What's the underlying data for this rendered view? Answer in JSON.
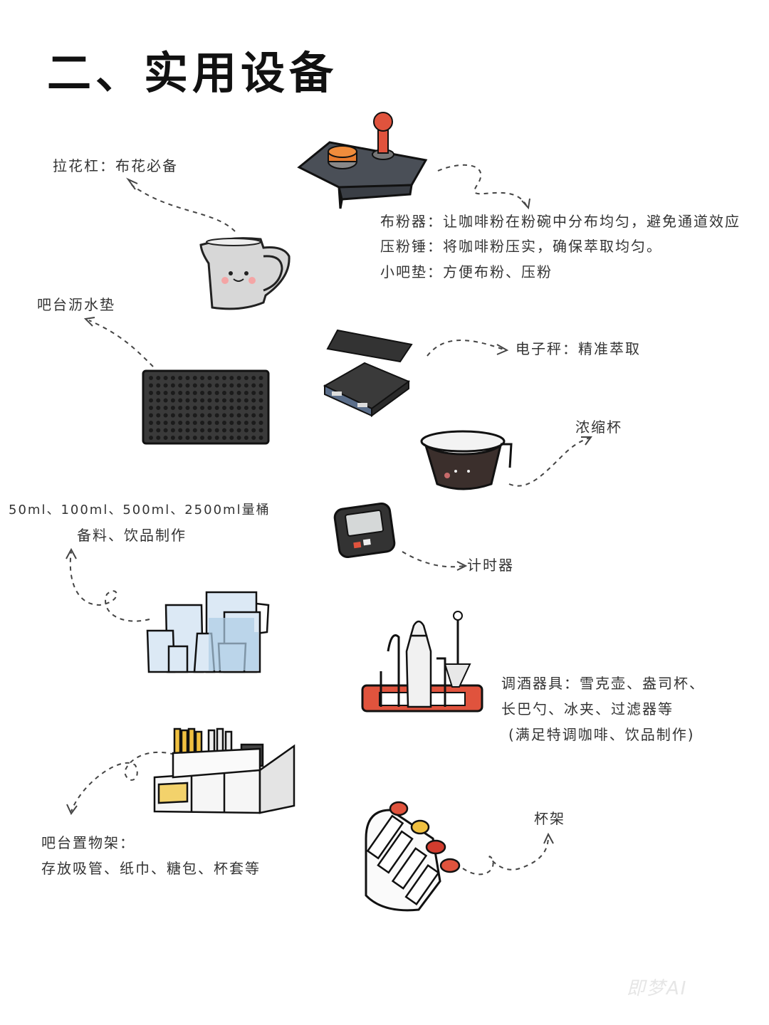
{
  "title": "二、实用设备",
  "labels": {
    "pitcher": "拉花杠：布花必备",
    "drain_mat": "吧台沥水垫",
    "distributor": "布粉器：让咖啡粉在粉碗中分布均匀，避免通道效应",
    "tamper": "压粉锤：将咖啡粉压实，确保萃取均匀。",
    "mat": "小吧垫：方便布粉、压粉",
    "scale": "电子秤：精准萃取",
    "shot_glass": "浓缩杯",
    "cylinders_1": "50ml、100ml、500ml、2500ml量桶",
    "cylinders_2": "备料、饮品制作",
    "timer": "计时器",
    "bar_tools_1": "调酒器具：雪克壶、盎司杯、",
    "bar_tools_2": "长巴勺、冰夹、过滤器等",
    "bar_tools_3": "(满足特调咖啡、饮品制作)",
    "caddy_1": "吧台置物架：",
    "caddy_2": "存放吸管、纸巾、糖包、杯套等",
    "cup_rack": "杯架"
  },
  "watermark": "即梦AI",
  "colors": {
    "label": "#3b4a66",
    "accent_red": "#e0533d",
    "dark": "#3a3a3a"
  }
}
